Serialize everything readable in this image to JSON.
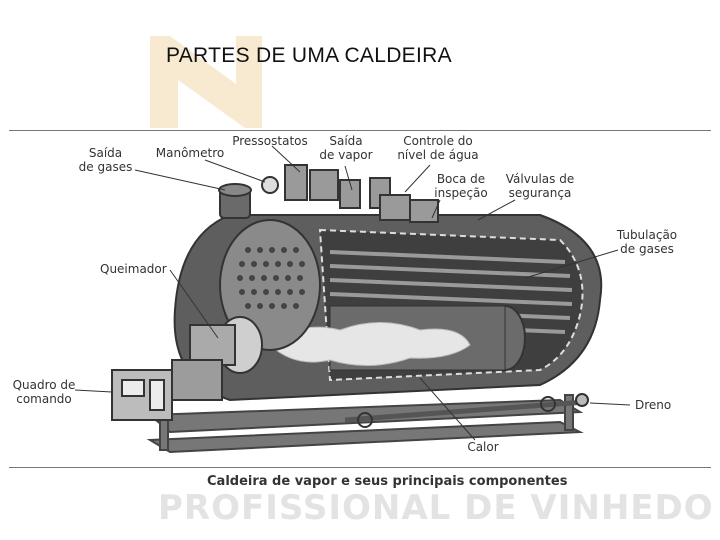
{
  "title": "PARTES DE UMA CALDEIRA",
  "caption": "Caldeira de vapor e seus principais componentes",
  "watermark": "PROFISSIONAL DE VINHEDO",
  "labels": {
    "saida_gases": "Saída\nde gases",
    "manometro": "Manômetro",
    "pressostatos": "Pressostatos",
    "saida_vapor": "Saída\nde vapor",
    "controle_nivel": "Controle do\nnível de água",
    "boca_inspecao": "Boca de\ninspeção",
    "valvulas_seguranca": "Válvulas de\nsegurança",
    "tubulacao_gases": "Tubulação\nde gases",
    "queimador": "Queimador",
    "quadro_comando": "Quadro de\ncomando",
    "dreno": "Dreno",
    "calor": "Calor"
  },
  "colors": {
    "logo": "#f7ead0",
    "boiler_dark": "#5e5e5e",
    "boiler_mid": "#8a8a8a",
    "flame": "#e6e6e6"
  }
}
